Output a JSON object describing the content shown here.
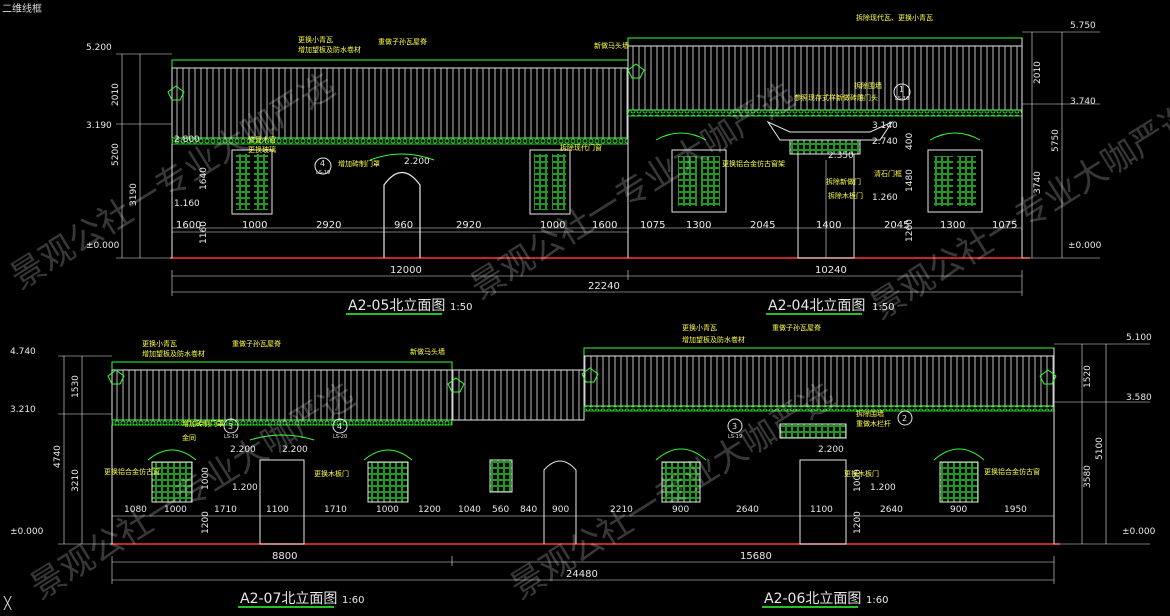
{
  "viewport_label": "二维线框",
  "ucs_mark": "╳",
  "watermark": "景观公社一专业大咖严选",
  "colors": {
    "line": "#e8e8e8",
    "green": "#33ff33",
    "yellow": "#ffff44",
    "red": "#ff3333",
    "cyan": "#44ffff",
    "note": "#b8b8b8"
  },
  "top": {
    "levels_left": [
      "5.200",
      "3.190",
      "2.800",
      "1.160",
      "±0.000"
    ],
    "levels_right": [
      "5.750",
      "3.740",
      "±0.000"
    ],
    "levels_mid": [
      "3.140",
      "2.740",
      "2.350",
      "1.260",
      "2.200"
    ],
    "vdims_left": [
      "2010",
      "5200",
      "3190",
      "1640",
      "1160"
    ],
    "vdims_right": [
      "2010",
      "5750",
      "3740",
      "400",
      "1480",
      "1260"
    ],
    "dims_a": [
      "1600",
      "1000",
      "2920",
      "960",
      "2920",
      "1000",
      "1600"
    ],
    "dims_b": [
      "1075",
      "1300",
      "2045",
      "1400",
      "2045",
      "1300",
      "1075"
    ],
    "sub_a": "12000",
    "sub_b": "10240",
    "total": "22240",
    "notes": [
      "更换小青瓦",
      "增加望板及防水卷材",
      "重做子孙瓦屋脊",
      "新做马头墙",
      "修复木窗",
      "更换玻璃",
      "增加砖制门罩",
      "拆除现代瓦、更换小青瓦",
      "拆除围墙",
      "参照现存式样新做砖雕门头",
      "拆除新做门",
      "拆除木板门",
      "清石门框",
      "更换铝合金仿古窗架",
      "拆除现代门窗"
    ],
    "callouts": [
      "4",
      "1"
    ],
    "callout_sub": [
      "LS-19",
      "LS-16"
    ],
    "title_a": "A2-05北立面图",
    "scale_a": "1:50",
    "title_b": "A2-04北立面图",
    "scale_b": "1:50"
  },
  "bottom": {
    "levels_left": [
      "4.740",
      "3.210",
      "±0.000"
    ],
    "levels_right": [
      "5.100",
      "3.580",
      "±0.000"
    ],
    "levels_mid": [
      "2.200",
      "2.200",
      "1.200",
      "2.200",
      "1.200"
    ],
    "vdims_left": [
      "1530",
      "4740",
      "3210",
      "1000",
      "1200"
    ],
    "vdims_right": [
      "1520",
      "5100",
      "3580",
      "1000",
      "1200"
    ],
    "dims_a": [
      "1080",
      "1000",
      "1710",
      "1100",
      "1710",
      "1000",
      "1200"
    ],
    "dims_b": [
      "1040",
      "560",
      "840",
      "900",
      "2210",
      "900",
      "2640",
      "1100",
      "2640",
      "900",
      "1950"
    ],
    "sub_a": "8800",
    "sub_b": "15680",
    "total": "24480",
    "notes": [
      "更换小青瓦",
      "增加望板及防水卷材",
      "重做子孙瓦屋脊",
      "新做马头墙",
      "增加砖制门罩",
      "金同",
      "更换铝合金仿古窗",
      "更换木板门",
      "拆除围墙",
      "重做木栏杆"
    ],
    "callouts": [
      "3",
      "4",
      "3",
      "2"
    ],
    "callout_sub": [
      "LS-19",
      "LS-20",
      "LS-19",
      "-"
    ],
    "title_a": "A2-07北立面图",
    "scale_a": "1:60",
    "title_b": "A2-06北立面图",
    "scale_b": "1:60"
  }
}
